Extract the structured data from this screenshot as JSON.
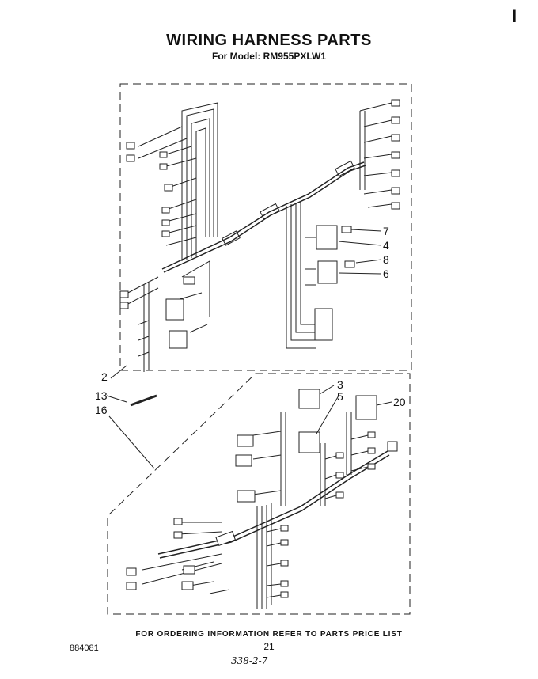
{
  "header": {
    "title": "WIRING HARNESS PARTS",
    "subtitle": "For Model: RM955PXLW1",
    "corner_mark": "I"
  },
  "callouts": {
    "c7": "7",
    "c4": "4",
    "c8": "8",
    "c6": "6",
    "c2": "2",
    "c13": "13",
    "c16": "16",
    "c3": "3",
    "c5": "5",
    "c20": "20"
  },
  "footer": {
    "note": "FOR ORDERING INFORMATION REFER TO PARTS PRICE LIST",
    "doc_number": "884081",
    "page_number": "21",
    "handwritten": "338-2-7"
  }
}
